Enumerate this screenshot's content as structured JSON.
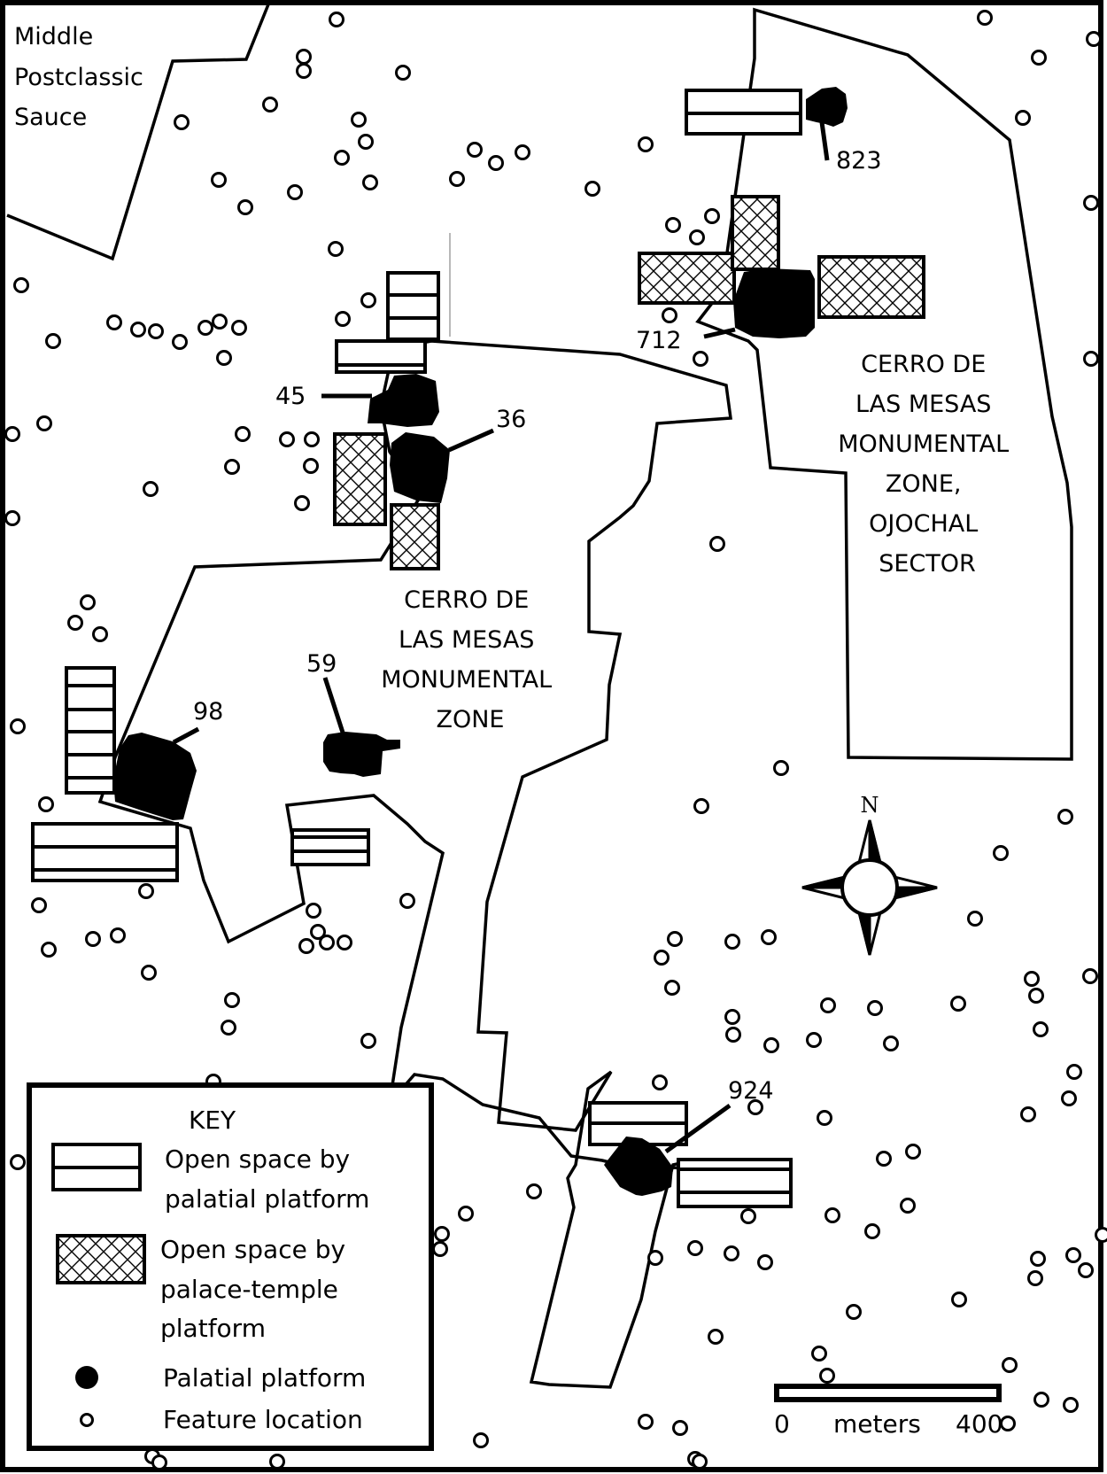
{
  "map": {
    "regions": {
      "middle_postclassic": {
        "lines": [
          "Middle",
          "Postclassic",
          "Sauce"
        ]
      },
      "monumental_zone": {
        "lines": [
          "CERRO DE",
          "LAS MESAS",
          "MONUMENTAL",
          "ZONE"
        ]
      },
      "ojochal_sector": {
        "lines": [
          "CERRO DE",
          "LAS MESAS",
          "MONUMENTAL",
          "ZONE,",
          "OJOCHAL",
          "SECTOR"
        ]
      }
    },
    "platforms": [
      {
        "id": "823",
        "label": "823"
      },
      {
        "id": "712",
        "label": "712"
      },
      {
        "id": "45",
        "label": "45"
      },
      {
        "id": "36",
        "label": "36"
      },
      {
        "id": "59",
        "label": "59"
      },
      {
        "id": "98",
        "label": "98"
      },
      {
        "id": "924",
        "label": "924"
      }
    ],
    "compass": {
      "north_label": "N"
    },
    "scale_bar": {
      "start_label": "0",
      "unit_label": "meters",
      "end_label": "400",
      "length_meters": 400
    },
    "colors": {
      "ink": "#000000",
      "paper": "#ffffff"
    }
  },
  "key": {
    "title": "KEY",
    "items": [
      {
        "symbol": "striped-rectangle",
        "lines": [
          "Open space by",
          "palatial platform"
        ]
      },
      {
        "symbol": "crosshatched-rectangle",
        "lines": [
          "Open space by",
          "palace-temple",
          "platform"
        ]
      },
      {
        "symbol": "filled-circle",
        "lines": [
          "Palatial platform"
        ]
      },
      {
        "symbol": "open-circle",
        "lines": [
          "Feature location"
        ]
      }
    ]
  }
}
